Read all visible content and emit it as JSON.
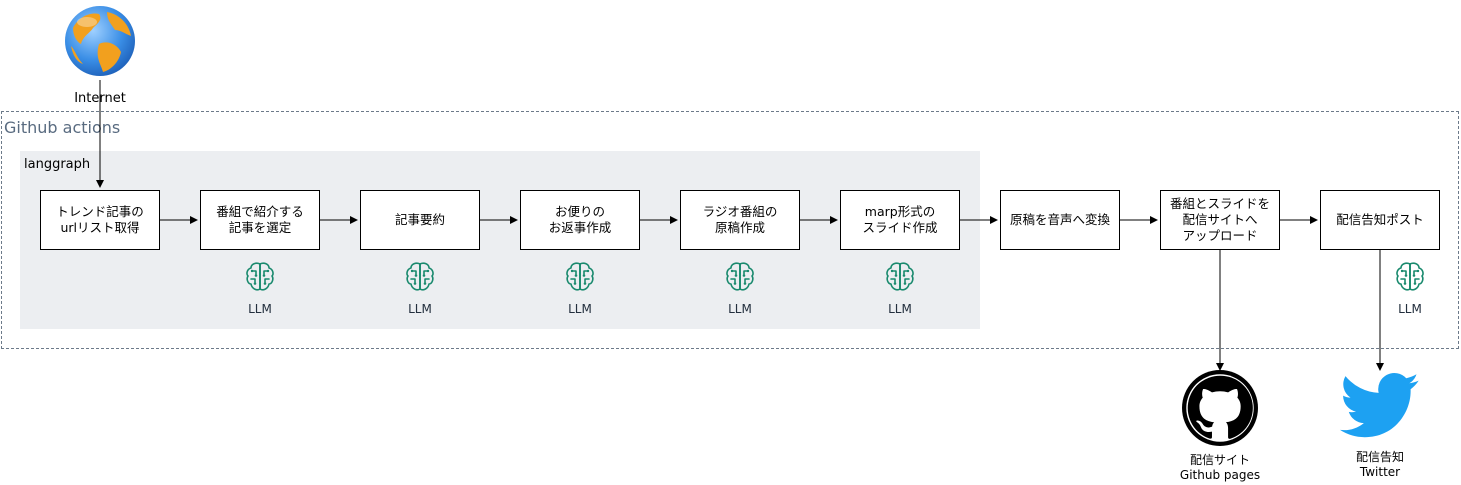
{
  "internet": {
    "label": "Internet"
  },
  "containers": {
    "github_actions": "Github actions",
    "langgraph": "langgraph"
  },
  "steps": [
    {
      "label": "トレンド記事の\nurlリスト取得"
    },
    {
      "label": "番組で紹介する\n記事を選定"
    },
    {
      "label": "記事要約"
    },
    {
      "label": "お便りの\nお返事作成"
    },
    {
      "label": "ラジオ番組の\n原稿作成"
    },
    {
      "label": "marp形式の\nスライド作成"
    },
    {
      "label": "原稿を音声へ変換"
    },
    {
      "label": "番組とスライドを\n配信サイトへ\nアップロード"
    },
    {
      "label": "配信告知ポスト"
    }
  ],
  "llm": {
    "label": "LLM",
    "icon": "brain-chip-icon",
    "color": "#1a8a6e"
  },
  "outputs": {
    "github": {
      "line1": "配信サイト",
      "line2": "Github pages",
      "icon": "github-icon"
    },
    "twitter": {
      "line1": "配信告知",
      "line2": "Twitter",
      "icon": "twitter-icon",
      "color": "#1da1f2"
    }
  }
}
